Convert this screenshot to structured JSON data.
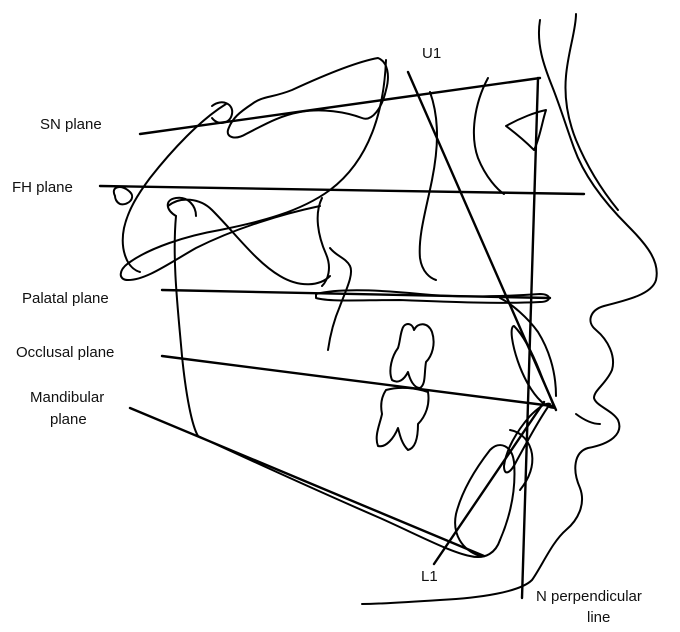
{
  "labels": {
    "sn_plane": "SN plane",
    "fh_plane": "FH plane",
    "palatal_plane": "Palatal plane",
    "occlusal_plane": "Occlusal plane",
    "mandibular_line1": "Mandibular",
    "mandibular_line2": "plane",
    "u1": "U1",
    "l1": "L1",
    "n_perp_line1": "N perpendicular",
    "n_perp_line2": "line"
  },
  "colors": {
    "line": "#000000",
    "background": "#ffffff"
  }
}
